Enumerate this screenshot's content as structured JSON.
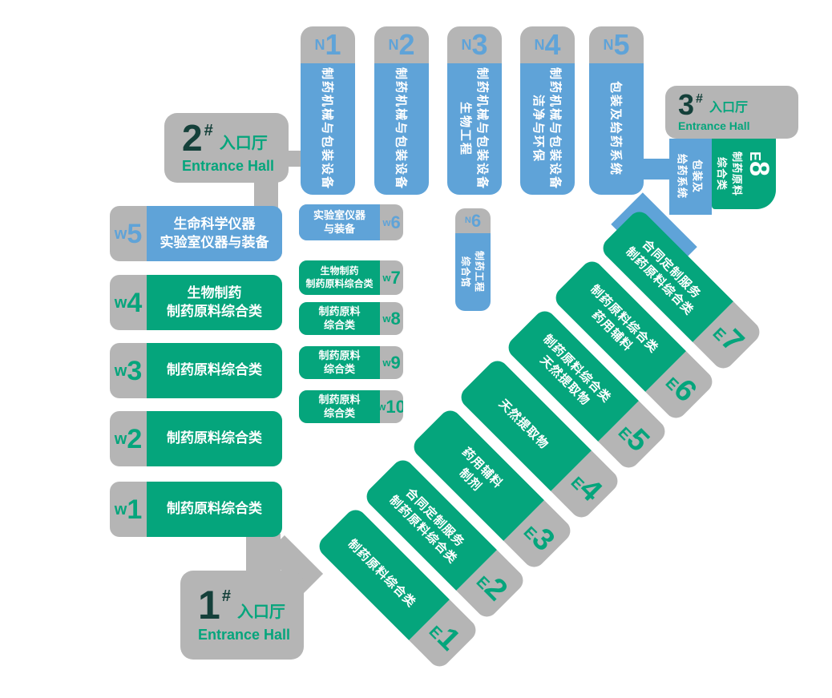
{
  "palette": {
    "green": "#05a57c",
    "blue": "#5fa3d8",
    "gray": "#b5b5b5",
    "dark_green": "#14403a",
    "text_white": "#ffffff"
  },
  "north": [
    {
      "prefix": "N",
      "num": "1",
      "lines": [
        "制药机械与包装设备"
      ]
    },
    {
      "prefix": "N",
      "num": "2",
      "lines": [
        "制药机械与包装设备"
      ]
    },
    {
      "prefix": "N",
      "num": "3",
      "lines": [
        "制药机械与包装设备",
        "生物工程"
      ]
    },
    {
      "prefix": "N",
      "num": "4",
      "lines": [
        "制药机械与包装设备",
        "洁净与环保"
      ]
    },
    {
      "prefix": "N",
      "num": "5",
      "lines": [
        "包装及给药系统"
      ]
    },
    {
      "prefix": "N",
      "num": "6",
      "lines": [
        "制药工程",
        "综合馆"
      ]
    }
  ],
  "west_large": [
    {
      "prefix": "w",
      "num": "5",
      "lines": [
        "生命科学仪器",
        "实验室仪器与装备"
      ]
    },
    {
      "prefix": "w",
      "num": "4",
      "lines": [
        "生物制药",
        "制药原料综合类"
      ]
    },
    {
      "prefix": "w",
      "num": "3",
      "lines": [
        "制药原料综合类"
      ]
    },
    {
      "prefix": "w",
      "num": "2",
      "lines": [
        "制药原料综合类"
      ]
    },
    {
      "prefix": "w",
      "num": "1",
      "lines": [
        "制药原料综合类"
      ]
    }
  ],
  "west_small": [
    {
      "prefix": "w",
      "num": "6",
      "lines": [
        "实验室仪器",
        "与装备"
      ]
    },
    {
      "prefix": "w",
      "num": "7",
      "lines": [
        "生物制药",
        "制药原料综合类"
      ]
    },
    {
      "prefix": "w",
      "num": "8",
      "lines": [
        "制药原料",
        "综合类"
      ]
    },
    {
      "prefix": "w",
      "num": "9",
      "lines": [
        "制药原料",
        "综合类"
      ]
    },
    {
      "prefix": "w",
      "num": "10",
      "lines": [
        "制药原料",
        "综合类"
      ]
    }
  ],
  "east": [
    {
      "prefix": "E",
      "num": "1",
      "lines": [
        "制药原料综合类"
      ]
    },
    {
      "prefix": "E",
      "num": "2",
      "lines": [
        "合同定制服务",
        "制药原料综合类"
      ]
    },
    {
      "prefix": "E",
      "num": "3",
      "lines": [
        "药用辅料",
        "制剂"
      ]
    },
    {
      "prefix": "E",
      "num": "4",
      "lines": [
        "天然提取物"
      ]
    },
    {
      "prefix": "E",
      "num": "5",
      "lines": [
        "制药原料综合类",
        "天然提取物"
      ]
    },
    {
      "prefix": "E",
      "num": "6",
      "lines": [
        "制药原料综合类",
        "药用辅料"
      ]
    },
    {
      "prefix": "E",
      "num": "7",
      "lines": [
        "合同定制服务",
        "制药原料综合类"
      ]
    },
    {
      "prefix": "E",
      "num": "8",
      "lines": [
        "制药原料",
        "综合类"
      ]
    }
  ],
  "packaging_bar": {
    "lines": [
      "包装及",
      "给药系统"
    ]
  },
  "entrances": [
    {
      "num": "1",
      "hash": "#",
      "cn": "入口厅",
      "en": "Entrance Hall"
    },
    {
      "num": "2",
      "hash": "#",
      "cn": "入口厅",
      "en": "Entrance Hall"
    },
    {
      "num": "3",
      "hash": "#",
      "cn": "入口厅",
      "en": "Entrance Hall"
    }
  ]
}
